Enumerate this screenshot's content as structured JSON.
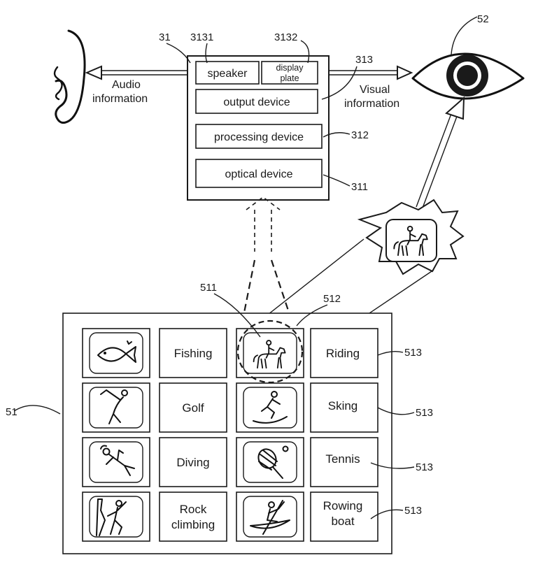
{
  "device": {
    "ref": "31",
    "speaker": {
      "ref": "3131",
      "label": "speaker"
    },
    "display_plate": {
      "ref": "3132",
      "label_line1": "display",
      "label_line2": "plate"
    },
    "output_device": {
      "ref": "313",
      "label": "output device"
    },
    "processing_device": {
      "ref": "312",
      "label": "processing device"
    },
    "optical_device": {
      "ref": "311",
      "label": "optical device"
    }
  },
  "audio": {
    "line1": "Audio",
    "line2": "information"
  },
  "visual": {
    "line1": "Visual",
    "line2": "information"
  },
  "eye": {
    "ref": "52"
  },
  "board": {
    "ref": "51",
    "selected_icon_ref": "511",
    "focus_ref": "512",
    "label_ref": "513",
    "rows": [
      {
        "left_icon": "fish-icon",
        "left_label": "Fishing",
        "right_icon": "horse-rider-icon",
        "right_label": "Riding"
      },
      {
        "left_icon": "golfer-icon",
        "left_label": "Golf",
        "right_icon": "skier-icon",
        "right_label": "Sking"
      },
      {
        "left_icon": "diver-icon",
        "left_label": "Diving",
        "right_icon": "tennis-racket-icon",
        "right_label": "Tennis"
      },
      {
        "left_icon": "climber-icon",
        "left_label": "Rock|climbing",
        "right_icon": "rowing-boat-icon",
        "right_label": "Rowing|boat"
      }
    ]
  },
  "callout": {
    "icon": "horse-rider-icon"
  }
}
